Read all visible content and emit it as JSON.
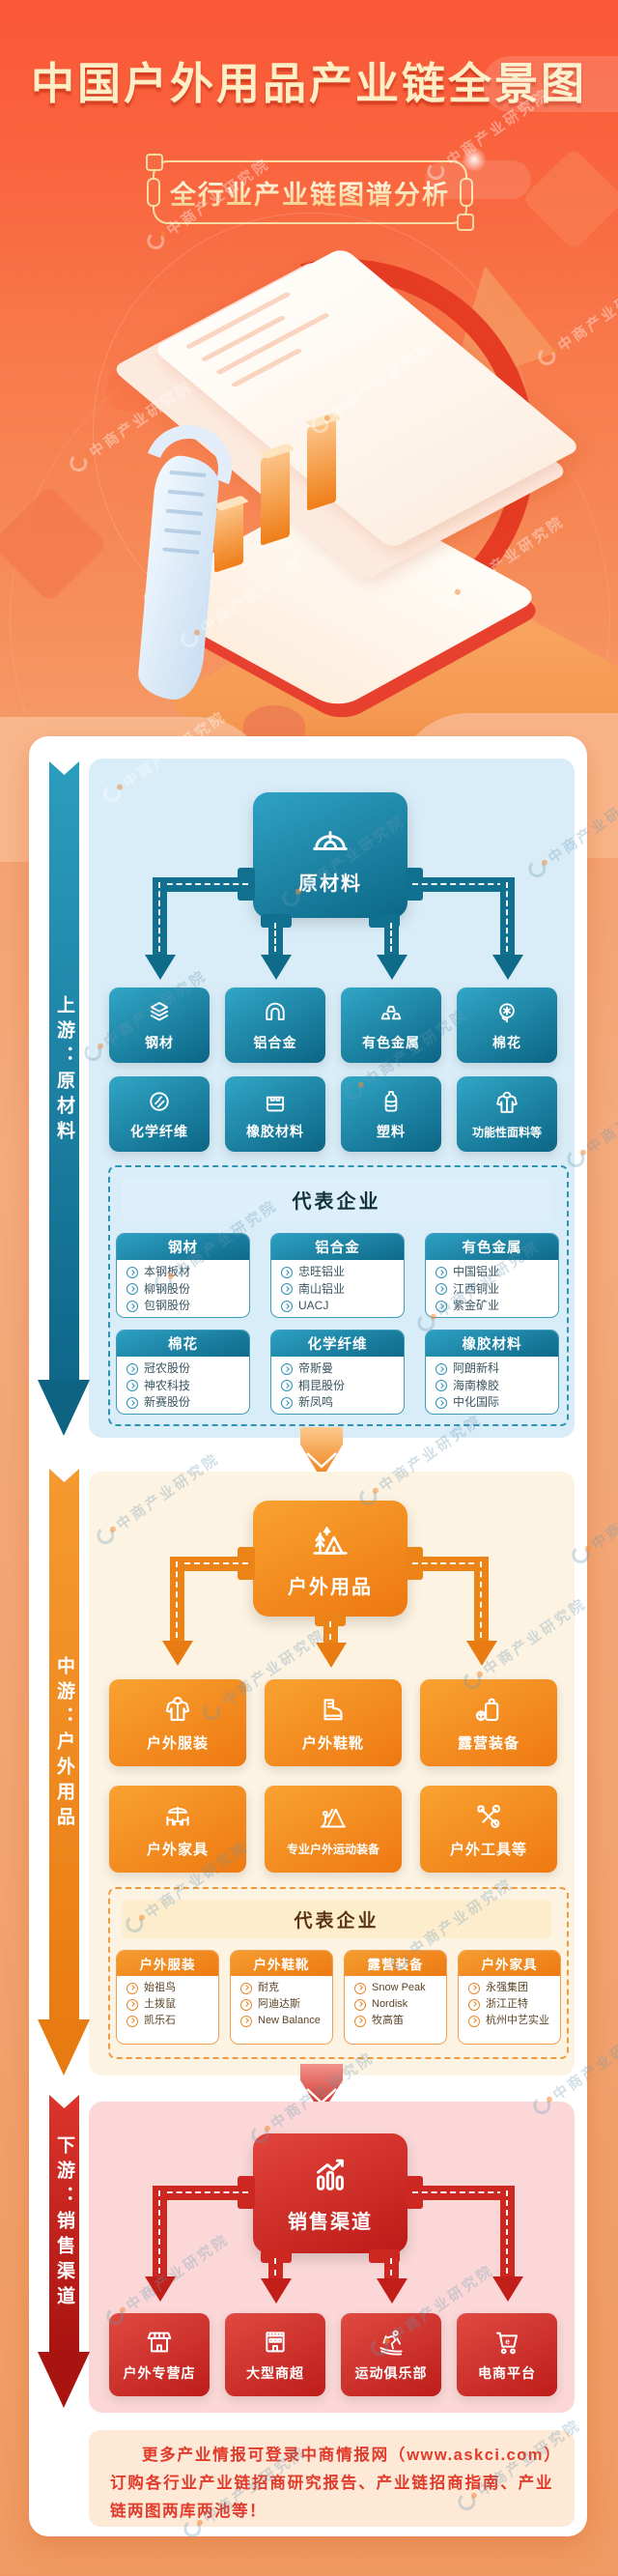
{
  "header": {
    "title": "中国户外用品产业链全景图",
    "subtitle": "全行业产业链图谱分析"
  },
  "watermark": {
    "text": "中商产业研究院"
  },
  "colors": {
    "header_bg": "#fa5737",
    "title_text": "#fdeec6",
    "gold": "#f5cd85",
    "upstream_accent": "#11708f",
    "upstream_panel": "#d9edf8",
    "midstream_accent": "#ee7a10",
    "midstream_panel": "#fdf3e2",
    "downstream_accent": "#c31f1a",
    "downstream_panel": "#fbd8d7",
    "footer_panel": "#fde9d6",
    "footer_text": "#e23a2b"
  },
  "sections": {
    "upstream": {
      "ribbon": "上游：原材料",
      "node": "原材料",
      "tiles": [
        {
          "label": "钢材",
          "icon": "steel-layers-icon"
        },
        {
          "label": "铝合金",
          "icon": "aluminum-arch-icon"
        },
        {
          "label": "有色金属",
          "icon": "metal-ingots-icon"
        },
        {
          "label": "棉花",
          "icon": "cotton-icon"
        },
        {
          "label": "化学纤维",
          "icon": "chemical-fiber-icon"
        },
        {
          "label": "橡胶材料",
          "icon": "rubber-bag-icon"
        },
        {
          "label": "塑料",
          "icon": "plastic-bottle-icon"
        },
        {
          "label": "功能性面料等",
          "icon": "functional-fabric-icon"
        }
      ],
      "rep": {
        "title": "代表企业",
        "cards": [
          {
            "title": "钢材",
            "items": [
              "本钢板材",
              "柳钢股份",
              "包钢股份"
            ]
          },
          {
            "title": "铝合金",
            "items": [
              "忠旺铝业",
              "南山铝业",
              "UACJ"
            ]
          },
          {
            "title": "有色金属",
            "items": [
              "中国铝业",
              "江西铜业",
              "紫金矿业"
            ]
          },
          {
            "title": "棉花",
            "items": [
              "冠农股份",
              "神农科技",
              "新赛股份"
            ]
          },
          {
            "title": "化学纤维",
            "items": [
              "帝斯曼",
              "桐昆股份",
              "新凤鸣"
            ]
          },
          {
            "title": "橡胶材料",
            "items": [
              "阿朗新科",
              "海南橡胶",
              "中化国际"
            ]
          }
        ]
      }
    },
    "midstream": {
      "ribbon": "中游：户外用品",
      "node": "户外用品",
      "tiles": [
        {
          "label": "户外服装",
          "icon": "outdoor-apparel-icon"
        },
        {
          "label": "户外鞋靴",
          "icon": "hiking-boot-icon"
        },
        {
          "label": "露营装备",
          "icon": "camping-gear-icon"
        },
        {
          "label": "户外家具",
          "icon": "outdoor-furniture-icon"
        },
        {
          "label": "专业户外运动装备",
          "icon": "outdoor-sports-icon"
        },
        {
          "label": "户外工具等",
          "icon": "outdoor-tools-icon"
        }
      ],
      "rep": {
        "title": "代表企业",
        "cards": [
          {
            "title": "户外服装",
            "items": [
              "始祖鸟",
              "土拨鼠",
              "凯乐石"
            ]
          },
          {
            "title": "户外鞋靴",
            "items": [
              "耐克",
              "阿迪达斯",
              "New Balance"
            ]
          },
          {
            "title": "露营装备",
            "items": [
              "Snow Peak",
              "Nordisk",
              "牧高笛"
            ]
          },
          {
            "title": "户外家具",
            "items": [
              "永强集团",
              "浙江正特",
              "杭州中艺实业"
            ]
          }
        ]
      }
    },
    "downstream": {
      "ribbon": "下游：销售渠道",
      "node": "销售渠道",
      "tiles": [
        {
          "label": "户外专营店",
          "icon": "storefront-icon"
        },
        {
          "label": "大型商超",
          "icon": "mall-icon"
        },
        {
          "label": "运动俱乐部",
          "icon": "ski-club-icon"
        },
        {
          "label": "电商平台",
          "icon": "ecommerce-cart-icon"
        }
      ]
    }
  },
  "footer": {
    "note": "更多产业情报可登录中商情报网（www.askci.com）订购各行业产业链招商研究报告、产业链招商指南、产业链两图两库两池等！"
  }
}
